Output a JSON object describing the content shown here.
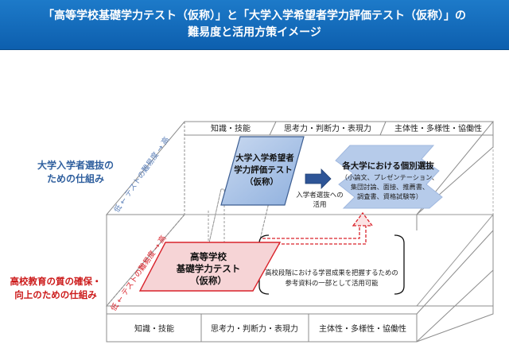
{
  "title": {
    "line1": "「高等学校基礎学力テスト（仮称）」と「大学入学希望者学力評価テスト（仮称）」の",
    "line2": "難易度と活用方策イメージ"
  },
  "upper": {
    "side_label_line1": "大学入学者選抜の",
    "side_label_line2": "ための仕組み",
    "axis_label": "低 ← テストの難易度 → 高",
    "columns": [
      "知識・技能",
      "思考力・判断力・表現力",
      "主体性・多様性・協働性"
    ],
    "test_line1": "大学入学希望者",
    "test_line2": "学力評価テスト",
    "test_line3": "（仮称）",
    "arrow_label_line1": "入学者選抜への",
    "arrow_label_line2": "活用",
    "selection_title": "各大学における個別選抜",
    "selection_detail_line1": "（小論文、プレゼンテーション、",
    "selection_detail_line2": "集団討論、面接、推薦書、",
    "selection_detail_line3": "調査書、資格試験等）"
  },
  "lower": {
    "side_label_line1": "高校教育の質の確保・",
    "side_label_line2": "向上のための仕組み",
    "axis_label": "低 ← テストの難易度 → 高",
    "columns": [
      "知識・技能",
      "思考力・判断力・表現力",
      "主体性・多様性・協働性"
    ],
    "test_line1": "高等学校",
    "test_line2": "基礎学力テスト",
    "test_line3": "（仮称）",
    "note_line1": "高校段階における学習成果を把握するための",
    "note_line2": "参考資料の一部として活用可能"
  },
  "colors": {
    "title_bg": "#1366b8",
    "upper_label": "#2f5f9e",
    "lower_label": "#cc1a1a",
    "blue_fill": "#a8c2e6",
    "pink_fill": "#f6d4d6",
    "red_stroke": "#d9232b",
    "grid": "#8c8c8c"
  }
}
